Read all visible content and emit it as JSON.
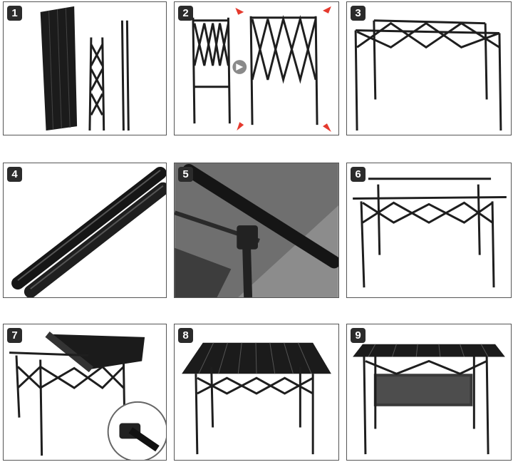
{
  "steps": [
    {
      "number": "1"
    },
    {
      "number": "2"
    },
    {
      "number": "3"
    },
    {
      "number": "4"
    },
    {
      "number": "5"
    },
    {
      "number": "6"
    },
    {
      "number": "7"
    },
    {
      "number": "8"
    },
    {
      "number": "9"
    }
  ],
  "colors": {
    "frame": "#1e1e1e",
    "badge": "#2b2b2b",
    "arrow": "#e53a2e",
    "mesh": "#6f6f6f",
    "border": "#555555"
  },
  "icons": {
    "expand_arrow": "red-arrow-icon",
    "next_step": "grey-circle-arrow-icon"
  }
}
